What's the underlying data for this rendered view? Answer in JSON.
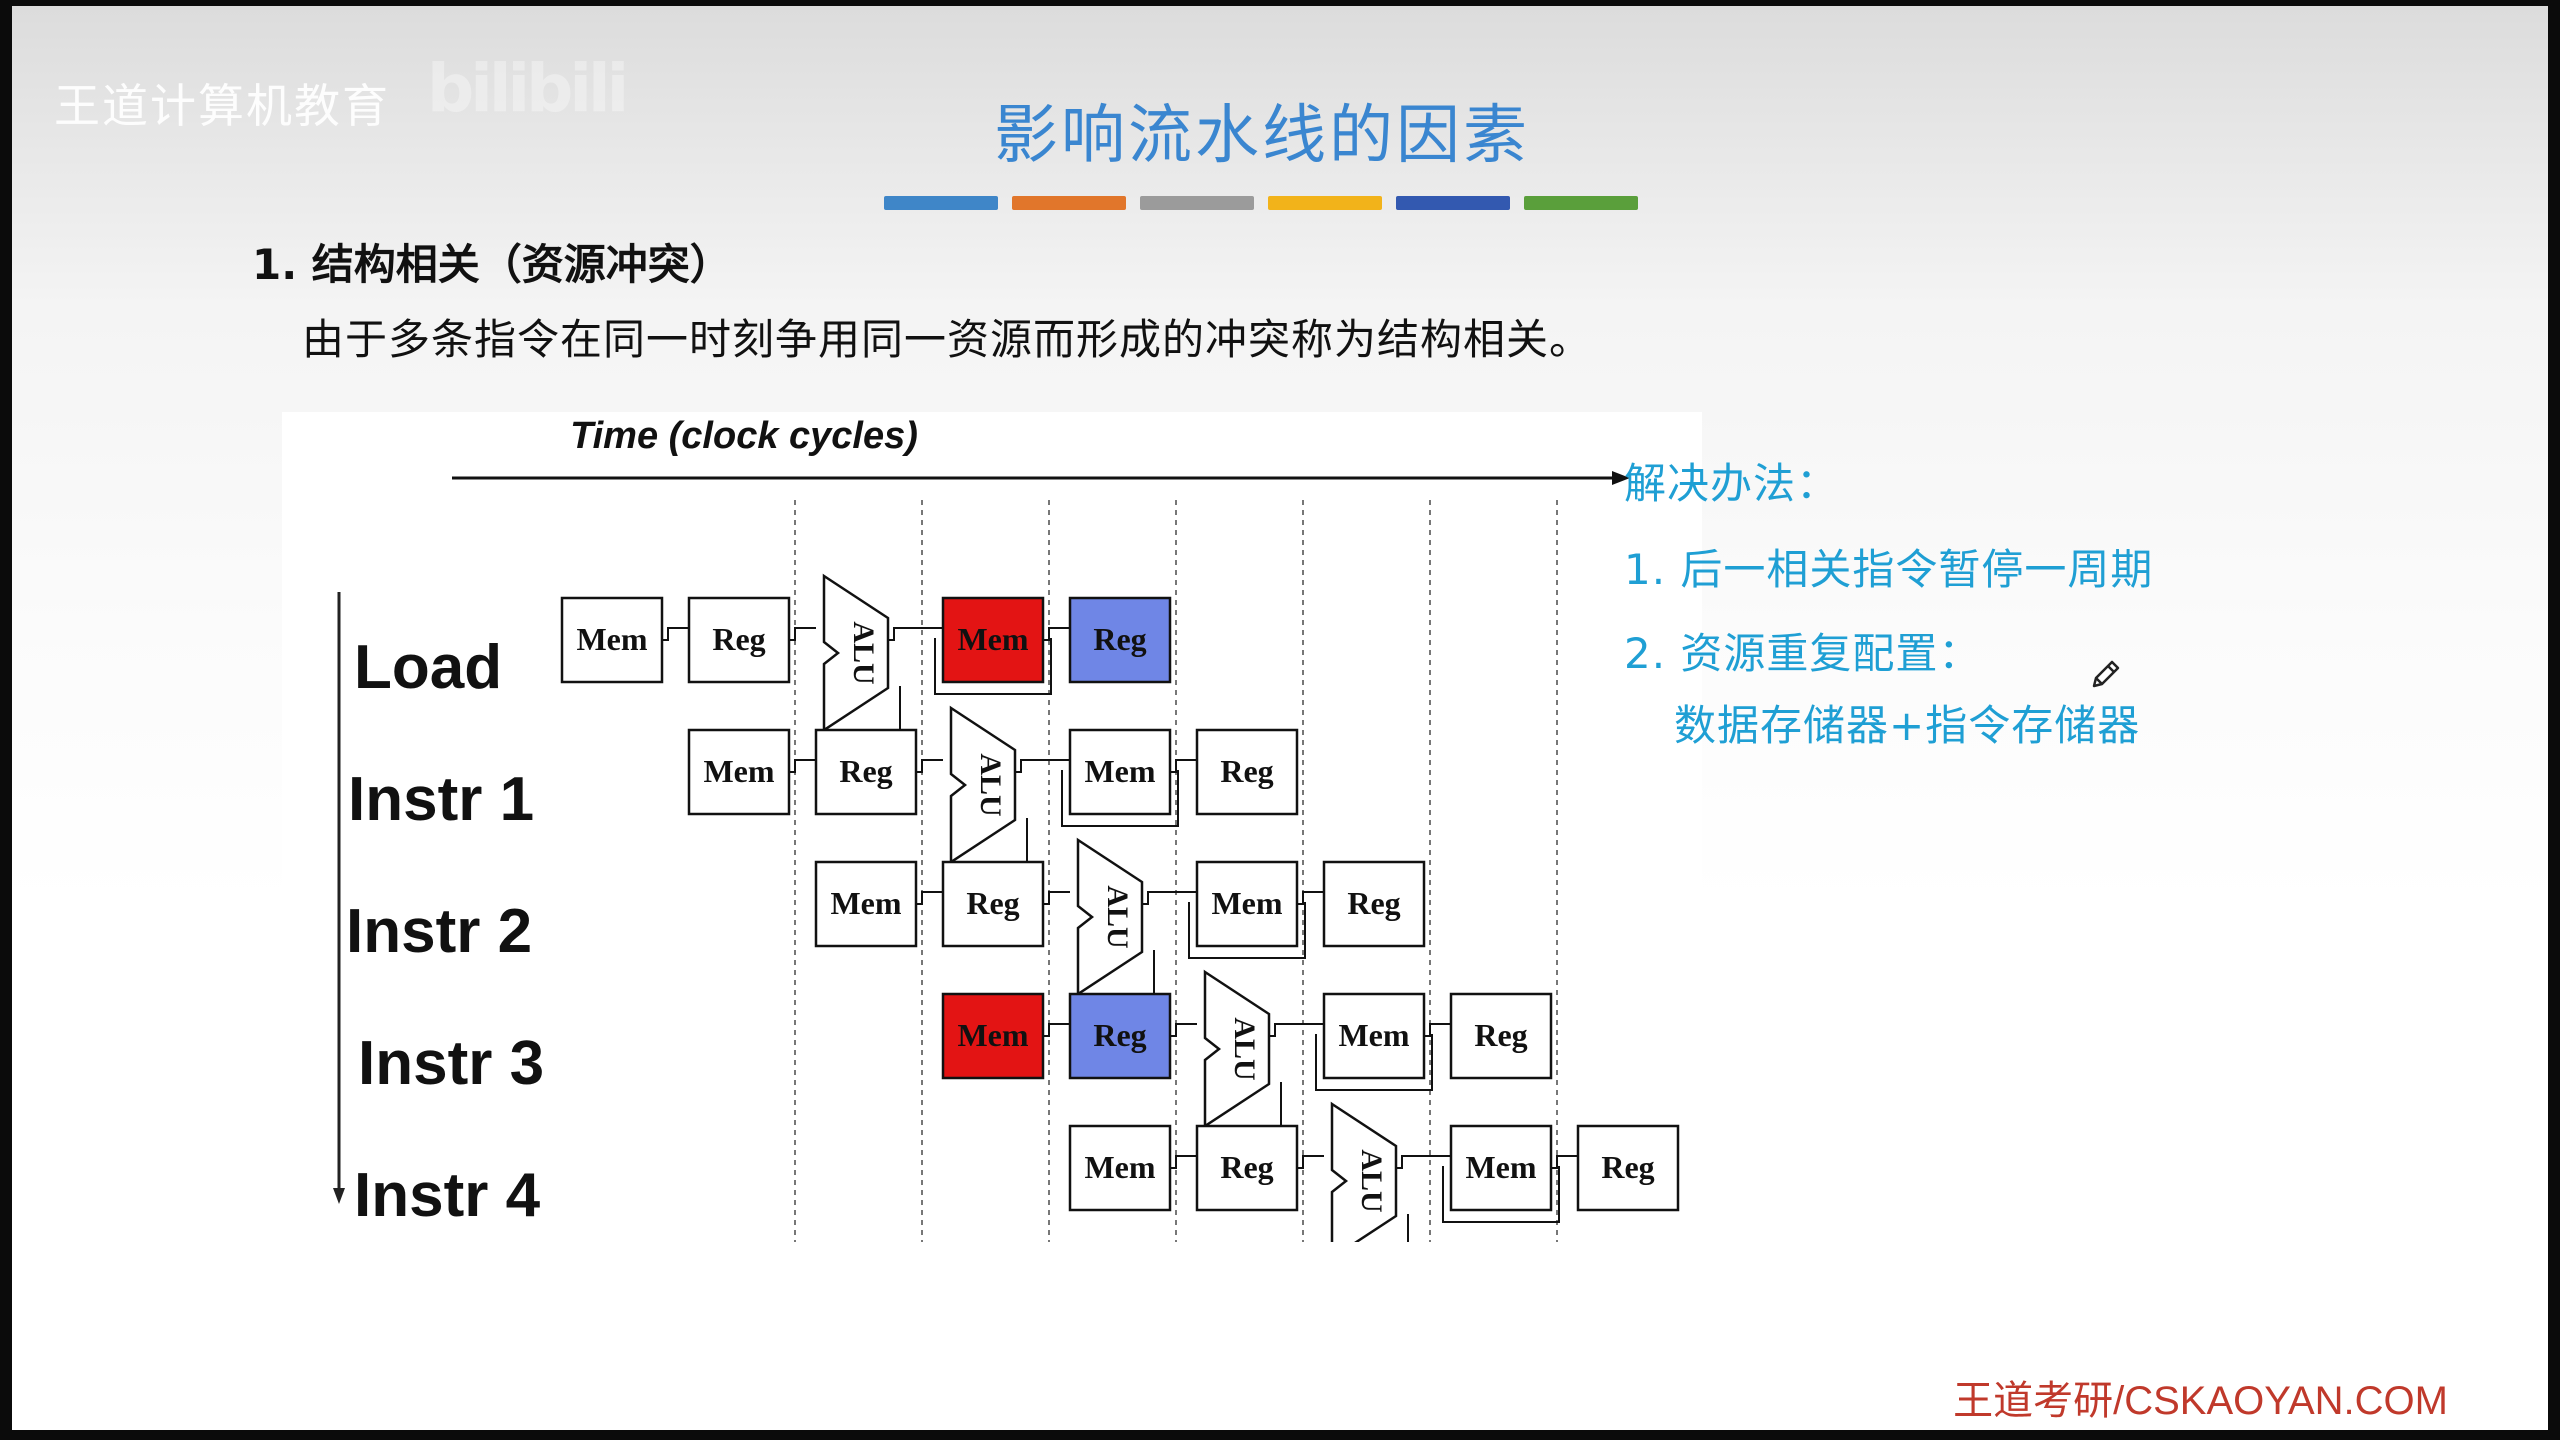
{
  "watermark": {
    "text": "王道计算机教育",
    "logo": "bilibili"
  },
  "title": "影响流水线的因素",
  "title_bar_colors": [
    "#3f86c8",
    "#e1762b",
    "#9b9b9b",
    "#f2b31a",
    "#3359b0",
    "#5a9f3b"
  ],
  "section": {
    "heading": "1. 结构相关（资源冲突）",
    "description": "由于多条指令在同一时刻争用同一资源而形成的冲突称为结构相关。"
  },
  "diagram": {
    "time_label": "Time (clock cycles)",
    "conflict_color": "#e31414",
    "highlight_color": "#6f86e6",
    "instructions": [
      {
        "label": "Load",
        "stages": [
          {
            "text": "Mem",
            "kind": "plain"
          },
          {
            "text": "Reg",
            "kind": "plain"
          },
          {
            "text": "ALU",
            "kind": "alu"
          },
          {
            "text": "Mem",
            "kind": "red"
          },
          {
            "text": "Reg",
            "kind": "blue"
          }
        ]
      },
      {
        "label": "Instr 1",
        "stages": [
          {
            "text": "Mem",
            "kind": "plain"
          },
          {
            "text": "Reg",
            "kind": "plain"
          },
          {
            "text": "ALU",
            "kind": "alu"
          },
          {
            "text": "Mem",
            "kind": "plain"
          },
          {
            "text": "Reg",
            "kind": "plain"
          }
        ]
      },
      {
        "label": "Instr 2",
        "stages": [
          {
            "text": "Mem",
            "kind": "plain"
          },
          {
            "text": "Reg",
            "kind": "plain"
          },
          {
            "text": "ALU",
            "kind": "alu"
          },
          {
            "text": "Mem",
            "kind": "plain"
          },
          {
            "text": "Reg",
            "kind": "plain"
          }
        ]
      },
      {
        "label": "Instr 3",
        "stages": [
          {
            "text": "Mem",
            "kind": "red"
          },
          {
            "text": "Reg",
            "kind": "blue"
          },
          {
            "text": "ALU",
            "kind": "alu"
          },
          {
            "text": "Mem",
            "kind": "plain"
          },
          {
            "text": "Reg",
            "kind": "plain"
          }
        ]
      },
      {
        "label": "Instr 4",
        "stages": [
          {
            "text": "Mem",
            "kind": "plain"
          },
          {
            "text": "Reg",
            "kind": "plain"
          },
          {
            "text": "ALU",
            "kind": "alu"
          },
          {
            "text": "Mem",
            "kind": "plain"
          },
          {
            "text": "Reg",
            "kind": "plain"
          }
        ]
      }
    ]
  },
  "solutions": {
    "heading": "解决办法：",
    "items": [
      "1. 后一相关指令暂停一周期",
      "2. 资源重复配置：",
      "数据存储器+指令存储器"
    ]
  },
  "footer": "王道考研/CSKAOYAN.COM"
}
